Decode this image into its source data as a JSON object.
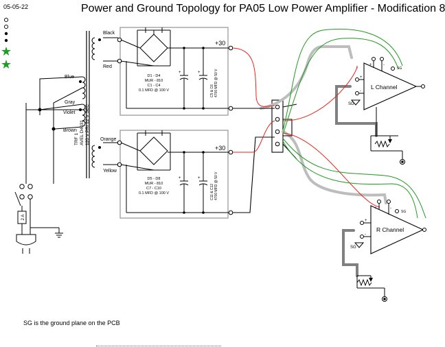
{
  "date": "05-05-22",
  "title": "Power and Ground Topology for PA05 Low Power Amplifier - Modification 8",
  "note": "SG is the ground plane on the PCB",
  "transformer": {
    "primary_wires": [
      "Blue",
      "Gray",
      "Violet",
      "Brown"
    ],
    "label_lines": [
      "TRF 1",
      "AVEL D4031",
      "120 V PRI  22 V SEC"
    ]
  },
  "supplies": [
    {
      "tap_top": "Black",
      "tap_bottom": "Red",
      "output": "+30",
      "parts": [
        "D1 - D4",
        "MUR - 810",
        "C1 - C4",
        "0.1 MFD @ 100 V"
      ],
      "caps": [
        "C5 & C6",
        "4700 MFD @ 50 V"
      ]
    },
    {
      "tap_top": "Orange",
      "tap_bottom": "Yellow",
      "output": "+30",
      "parts": [
        "D5 - D8",
        "MUR - 810",
        "C7 - C10",
        "0.1 MFD @ 100 V"
      ],
      "caps": [
        "C11 & C12",
        "4700 MFD @ 50 V"
      ]
    }
  ],
  "fuse": "2 A",
  "channels": [
    {
      "label": "L Channel",
      "sg": "SG"
    },
    {
      "label": "R Channel",
      "sg": "SG"
    }
  ],
  "pin_marks": {
    "plus": "+",
    "minus": "-"
  },
  "colors": {
    "signal": "#000000",
    "positive_rail": "#e8231b",
    "ground_return": "#1f9a1f",
    "heavy_ground": "#bdbdbd",
    "heavy_ground_dark": "#808080",
    "box_outline": "#9a9a9a",
    "star_marker": "#1e9c28"
  }
}
